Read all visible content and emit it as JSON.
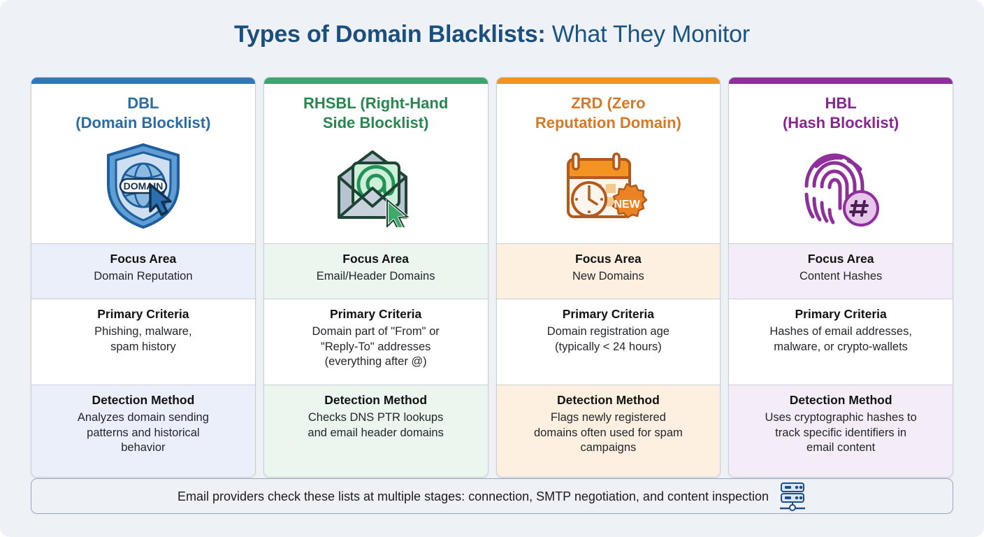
{
  "title": {
    "strong": "Types of Domain Blacklists:",
    "light": " What They Monitor"
  },
  "colors": {
    "background": "#eef2f7",
    "title_strong": "#1b4f7e",
    "blue": "#3278b8",
    "green": "#3aa76d",
    "orange": "#f39422",
    "purple": "#8e2f9b",
    "border": "#c9cfd8"
  },
  "section_labels": {
    "focus": "Focus Area",
    "criteria": "Primary Criteria",
    "detection": "Detection Method"
  },
  "cards": [
    {
      "id": "dbl",
      "title": "DBL\n(Domain Blocklist)",
      "accent": "#3278b8",
      "title_color": "#2b6ca3",
      "tint": "#eaeff9",
      "icon": "shield-globe-domain-icon",
      "focus_label": "Focus Area",
      "focus_value": "Domain Reputation",
      "criteria_label": "Primary Criteria",
      "criteria_value": "Phishing, malware,\nspam history",
      "detection_label": "Detection Method",
      "detection_value": "Analyzes domain sending\npatterns and historical\nbehavior"
    },
    {
      "id": "rhsbl",
      "title": "RHSBL (Right-Hand\nSide Blocklist)",
      "accent": "#3aa76d",
      "title_color": "#28874f",
      "tint": "#eaf6ee",
      "icon": "envelope-at-sign-icon",
      "focus_label": "Focus Area",
      "focus_value": "Email/Header Domains",
      "criteria_label": "Primary Criteria",
      "criteria_value": "Domain part of \"From\" or\n\"Reply-To\" addresses\n(everything after @)",
      "detection_label": "Detection Method",
      "detection_value": "Checks DNS PTR lookups\nand email header domains"
    },
    {
      "id": "zrd",
      "title": "ZRD (Zero\nReputation Domain)",
      "accent": "#f39422",
      "title_color": "#d4792a",
      "tint": "#fdf0e0",
      "icon": "calendar-clock-new-icon",
      "focus_label": "Focus Area",
      "focus_value": "New Domains",
      "criteria_label": "Primary Criteria",
      "criteria_value": "Domain registration age\n(typically < 24 hours)",
      "detection_label": "Detection Method",
      "detection_value": "Flags newly registered\ndomains often used for spam\ncampaigns"
    },
    {
      "id": "hbl",
      "title": "HBL\n(Hash Blocklist)",
      "accent": "#8e2f9b",
      "title_color": "#85278f",
      "tint": "#f4ecf7",
      "icon": "fingerprint-hash-icon",
      "focus_label": "Focus Area",
      "focus_value": "Content Hashes",
      "criteria_label": "Primary Criteria",
      "criteria_value": "Hashes of email addresses,\nmalware, or crypto-wallets",
      "detection_label": "Detection Method",
      "detection_value": "Uses cryptographic hashes to\ntrack specific identifiers in\nemail content"
    }
  ],
  "footer": {
    "text": "Email providers check these lists at multiple stages: connection, SMTP negotiation, and content inspection",
    "icon": "server-rack-network-icon"
  }
}
